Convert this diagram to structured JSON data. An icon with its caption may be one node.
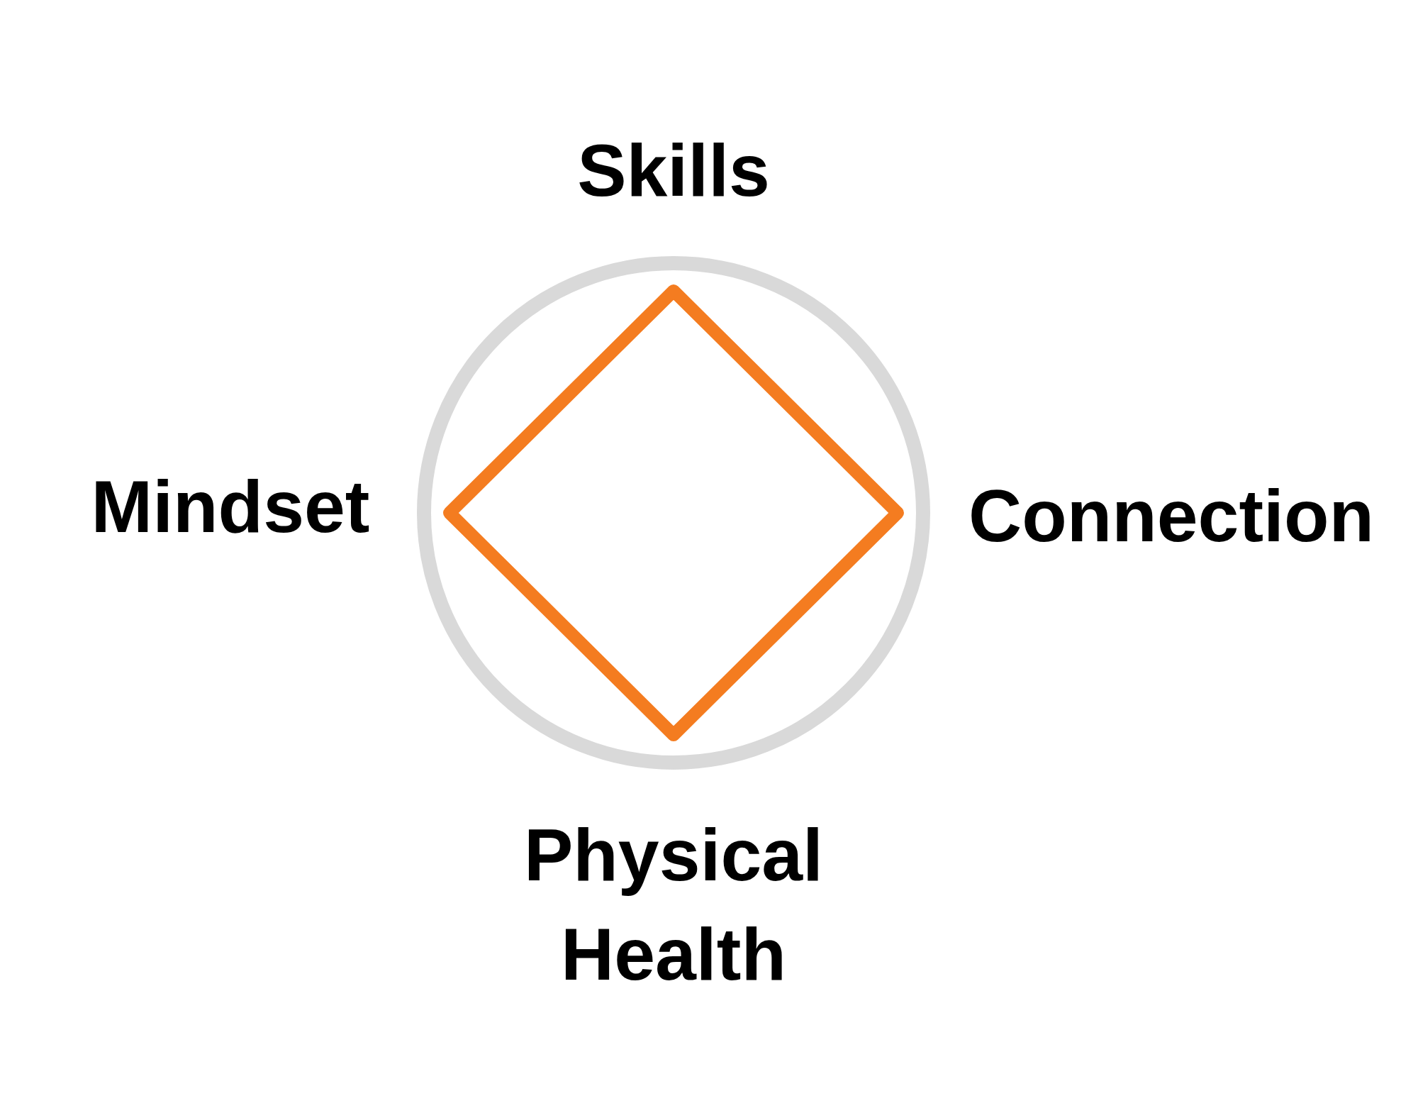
{
  "diagram": {
    "labels": [
      "Skills",
      "Mindset",
      "Connection",
      "Physical Health"
    ]
  }
}
